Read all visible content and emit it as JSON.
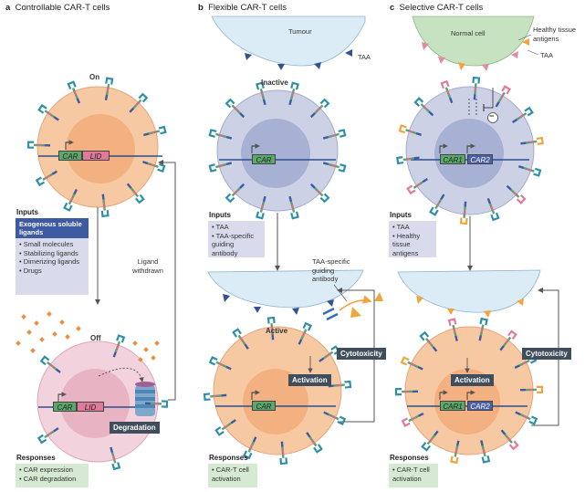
{
  "panels": {
    "a": {
      "letter": "a",
      "title": "Controllable CAR-T cells",
      "state_on": "On",
      "state_off": "Off",
      "gene_car": "CAR",
      "gene_lid": "LID",
      "inputs_header": "Inputs",
      "inputs_box_header": "Exogenous soluble ligands",
      "inputs_items": [
        "Small molecules",
        "Stabilizing ligands",
        "Dimerizing ligands",
        "Drugs"
      ],
      "ligand_withdrawn": "Ligand withdrawn",
      "degradation": "Degradation",
      "responses_header": "Responses",
      "responses_items": [
        "CAR expression",
        "CAR degradation"
      ]
    },
    "b": {
      "letter": "b",
      "title": "Flexible CAR-T cells",
      "tumour": "Tumour",
      "taa": "TAA",
      "state_inactive": "Inactive",
      "state_active": "Active",
      "gene_car": "CAR",
      "inputs_header": "Inputs",
      "inputs_items": [
        "TAA",
        "TAA-specific guiding antibody"
      ],
      "guiding_antibody": "TAA-specific guiding antibody",
      "activation": "Activation",
      "cytotoxicity": "Cytotoxicity",
      "responses_header": "Responses",
      "responses_items": [
        "CAR-T cell activation"
      ]
    },
    "c": {
      "letter": "c",
      "title": "Selective CAR-T cells",
      "normal_cell": "Normal cell",
      "healthy_antigens": "Healthy tissue antigens",
      "taa": "TAA",
      "inhibit_symbol": "−",
      "gene_car1": "CAR1",
      "gene_car2": "CAR2",
      "inputs_header": "Inputs",
      "inputs_items": [
        "TAA",
        "Healthy tissue antigens"
      ],
      "activation": "Activation",
      "cytotoxicity": "Cytotoxicity",
      "responses_header": "Responses",
      "responses_items": [
        "CAR-T cell activation"
      ]
    }
  },
  "colors": {
    "orange_cell": "#f7c9a3",
    "orange_nucleus": "#f3b080",
    "blue_cell": "#ccd1e6",
    "blue_nucleus": "#a7b1d3",
    "pink_cell": "#f2d2dc",
    "pink_nucleus": "#e8b4c4",
    "tumour": "#dcecf7",
    "normal_cell": "#c7e2c0",
    "dark_label": "#3f4d5c",
    "green_gene": "#5aa86a",
    "pink_gene": "#e07a98",
    "navy_gene": "#4b5fa6",
    "taa_triangle": "#34528f",
    "healthy_triangle": "#e58aa3"
  }
}
